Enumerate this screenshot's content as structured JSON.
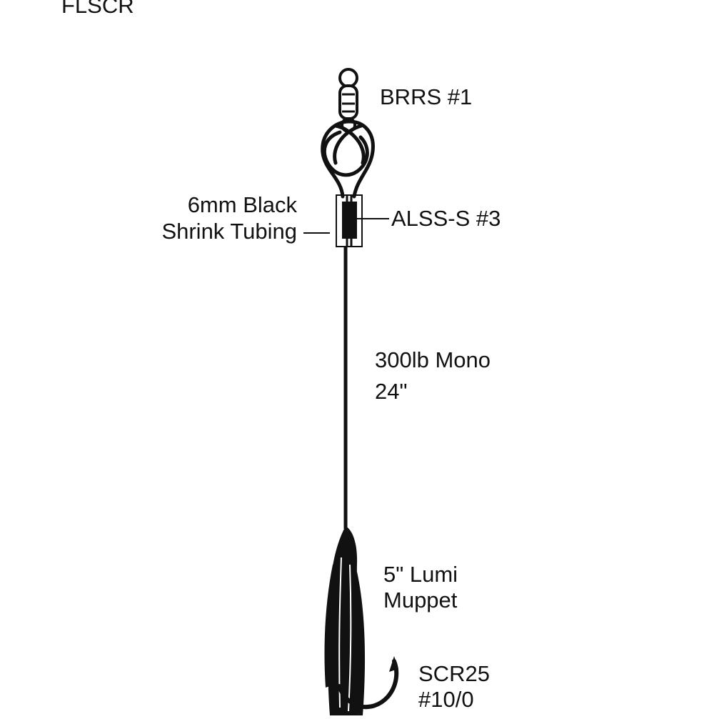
{
  "title": "FLSCR",
  "labels": {
    "swivel": "BRRS #1",
    "shrink_line1": "6mm Black",
    "shrink_line2": "Shrink Tubing",
    "sleeve": "ALSS-S #3",
    "mono_line1": "300lb Mono",
    "mono_line2": "24\"",
    "muppet_line1": "5\" Lumi",
    "muppet_line2": "Muppet",
    "hook_line1": "SCR25",
    "hook_line2": "#10/0"
  },
  "colors": {
    "ink": "#111111",
    "background": "#ffffff"
  }
}
